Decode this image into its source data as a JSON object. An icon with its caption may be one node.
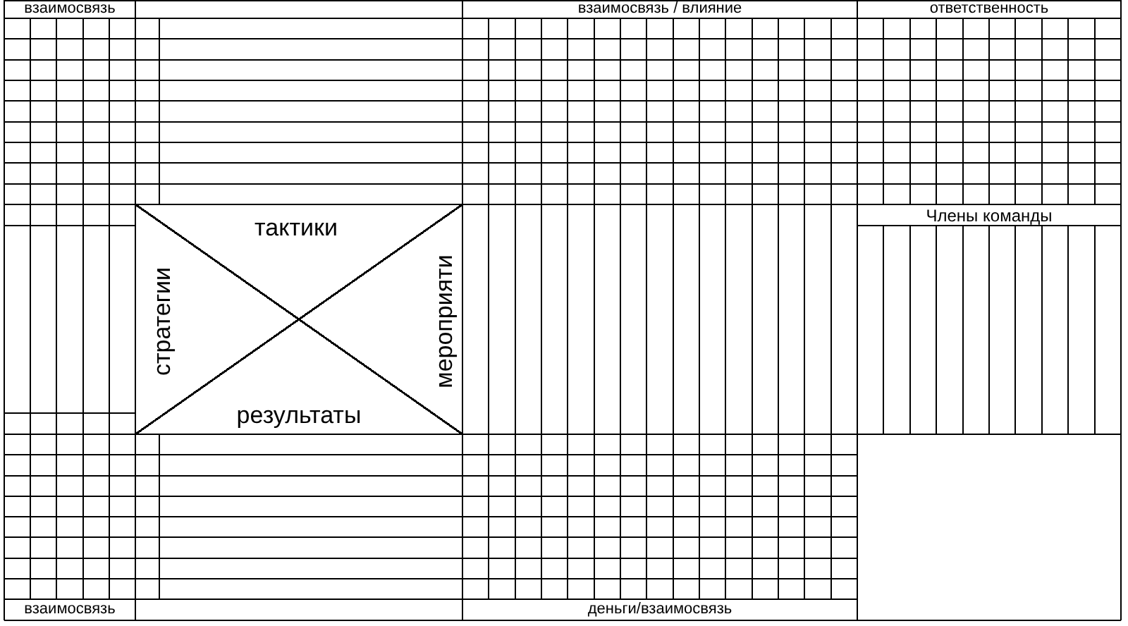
{
  "diagram": {
    "labels": [
      "взаимосвязь",
      "взаимосвязь / влияние",
      "ответственность",
      "тактики",
      "Члены команды",
      "стратегии",
      "мероприяти",
      "результаты",
      "взаимосвязь",
      "деньги/взаимосвязь"
    ]
  }
}
